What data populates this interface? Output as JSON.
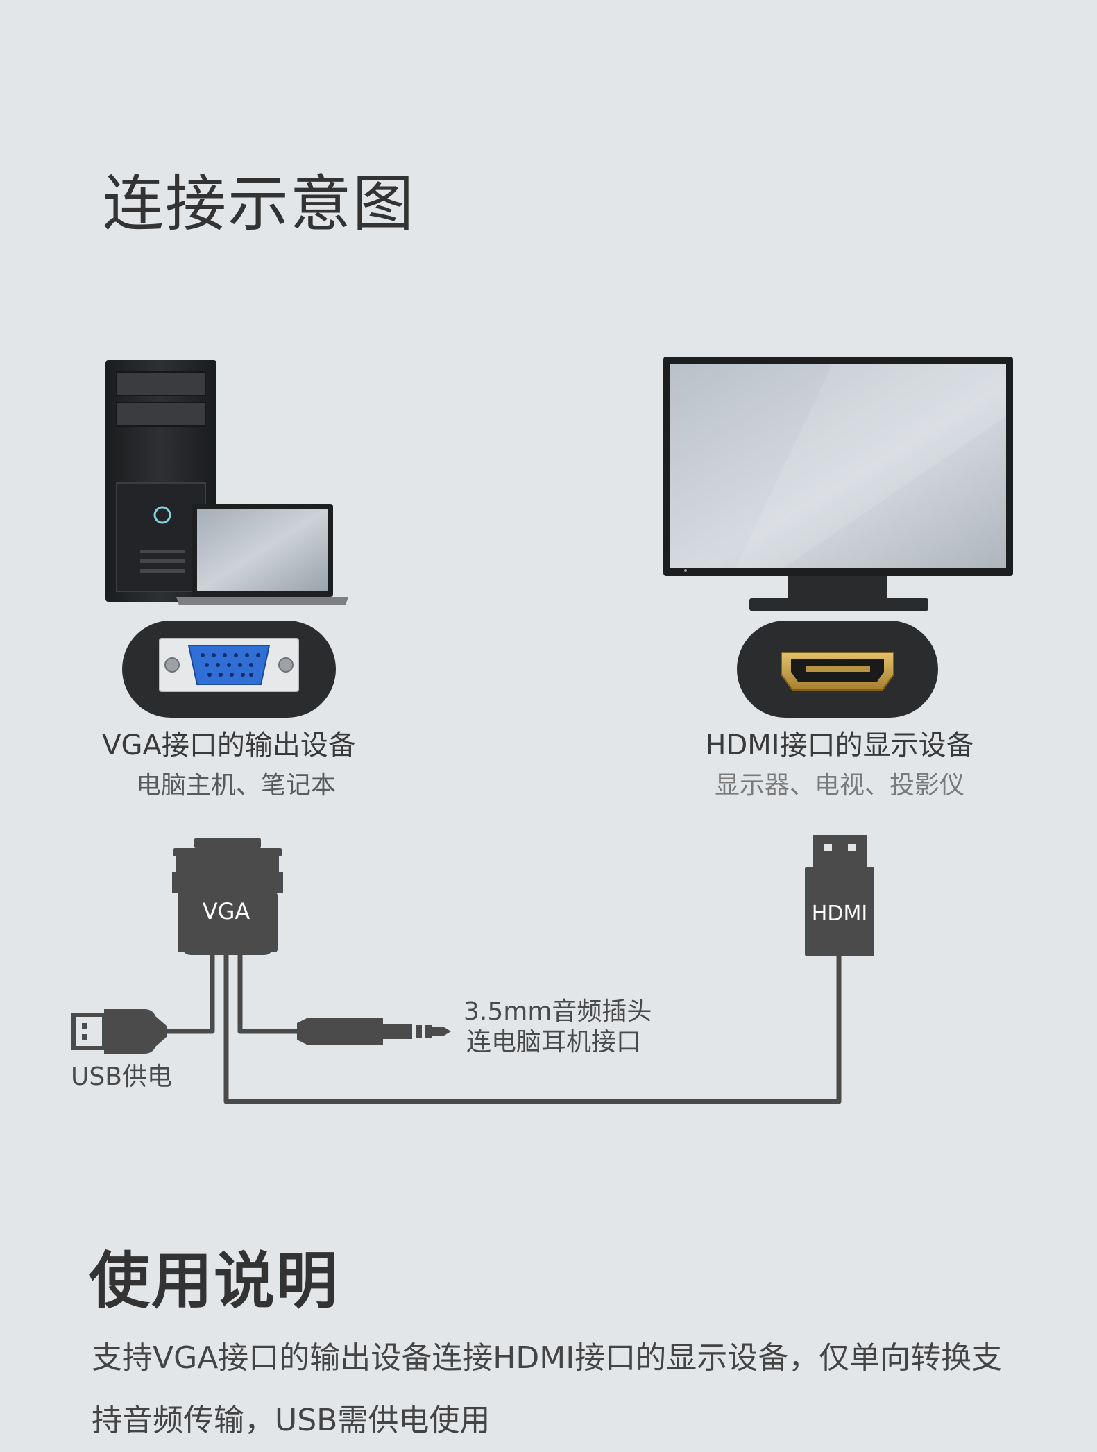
{
  "diagram": {
    "title": "连接示意图",
    "source_device": {
      "title": "VGA接口的输出设备",
      "subtitle": "电脑主机、笔记本"
    },
    "target_device": {
      "title": "HDMI接口的显示设备",
      "subtitle": "显示器、电视、投影仪"
    },
    "connectors": {
      "vga_label": "VGA",
      "hdmi_label": "HDMI",
      "usb_label": "USB供电",
      "audio_line1": "3.5mm音频插头",
      "audio_line2": "连电脑耳机接口"
    },
    "colors": {
      "background": "#e3e6e9",
      "cable": "#4a4a4a",
      "vga_port_blue": "#2f6fd6",
      "hdmi_port_gold": "#c9a24a"
    }
  },
  "usage": {
    "title": "使用说明",
    "text": "支持VGA接口的输出设备连接HDMI接口的显示设备，仅单向转换支持音频传输，USB需供电使用"
  }
}
